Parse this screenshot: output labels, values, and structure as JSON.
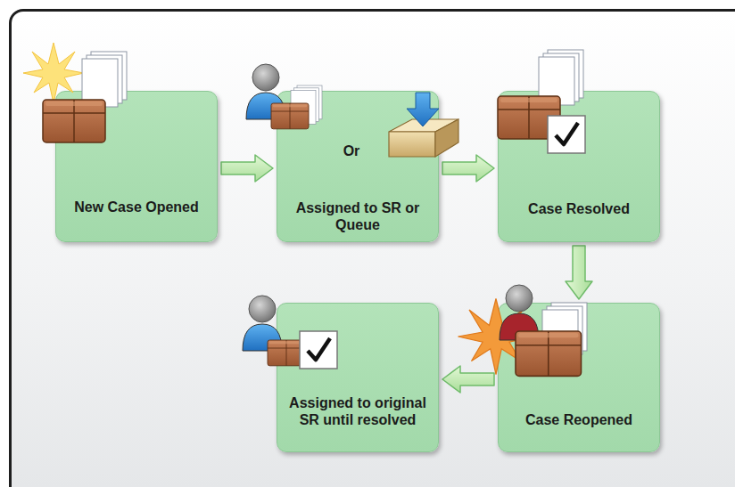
{
  "diagram": {
    "nodes": [
      {
        "text": [
          "New Case Opened"
        ]
      },
      {
        "text": [
          "Or",
          "Assigned to SR or Queue"
        ]
      },
      {
        "text": [
          "Case Resolved"
        ]
      },
      {
        "text": [
          "Case Reopened"
        ]
      },
      {
        "text": [
          "Assigned to original SR until resolved"
        ]
      }
    ],
    "edges": [
      {
        "from": 0,
        "to": 1,
        "arrow": "to"
      },
      {
        "from": 1,
        "to": 2,
        "arrow": "to"
      },
      {
        "from": 2,
        "to": 3,
        "arrow": "to"
      },
      {
        "from": 3,
        "to": 4,
        "arrow": "to"
      }
    ]
  }
}
